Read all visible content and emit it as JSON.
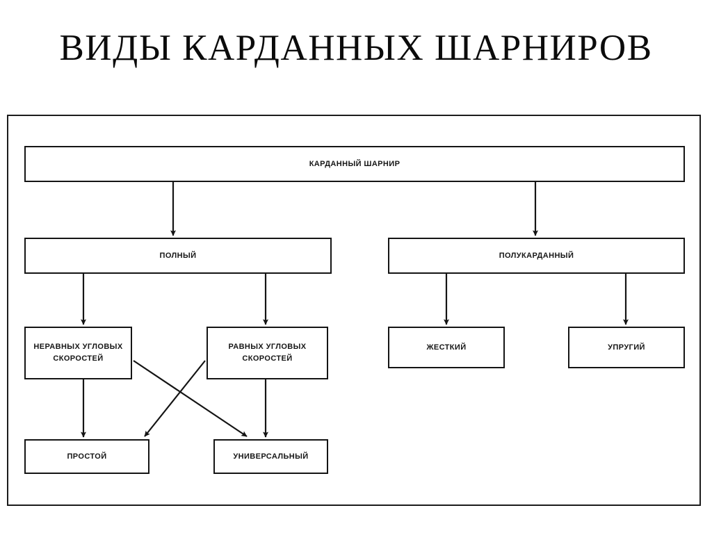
{
  "page": {
    "title": "ВИДЫ КАРДАННЫХ ШАРНИРОВ",
    "background_color": "#ffffff",
    "line_color": "#141414",
    "text_color": "#161616"
  },
  "diagram": {
    "type": "hierarchy-tree",
    "nodes": {
      "root": {
        "label": "КАРДАННЫЙ ШАРНИР"
      },
      "full": {
        "label": "ПОЛНЫЙ"
      },
      "semi": {
        "label": "ПОЛУКАРДАННЫЙ"
      },
      "unequal": {
        "label": "НЕРАВНЫХ УГЛОВЫХ СКОРОСТЕЙ"
      },
      "equal": {
        "label": "РАВНЫХ УГЛОВЫХ СКОРОСТЕЙ"
      },
      "rigid": {
        "label": "ЖЕСТКИЙ"
      },
      "elastic": {
        "label": "УПРУГИЙ"
      },
      "simple": {
        "label": "ПРОСТОЙ"
      },
      "universal": {
        "label": "УНИВЕРСАЛЬНЫЙ"
      }
    },
    "edges": [
      {
        "from": "root",
        "to": "full"
      },
      {
        "from": "root",
        "to": "semi"
      },
      {
        "from": "full",
        "to": "unequal"
      },
      {
        "from": "full",
        "to": "equal"
      },
      {
        "from": "semi",
        "to": "rigid"
      },
      {
        "from": "semi",
        "to": "elastic"
      },
      {
        "from": "unequal",
        "to": "simple"
      },
      {
        "from": "unequal",
        "to": "universal"
      },
      {
        "from": "equal",
        "to": "universal"
      },
      {
        "from": "equal",
        "to": "simple"
      }
    ]
  }
}
